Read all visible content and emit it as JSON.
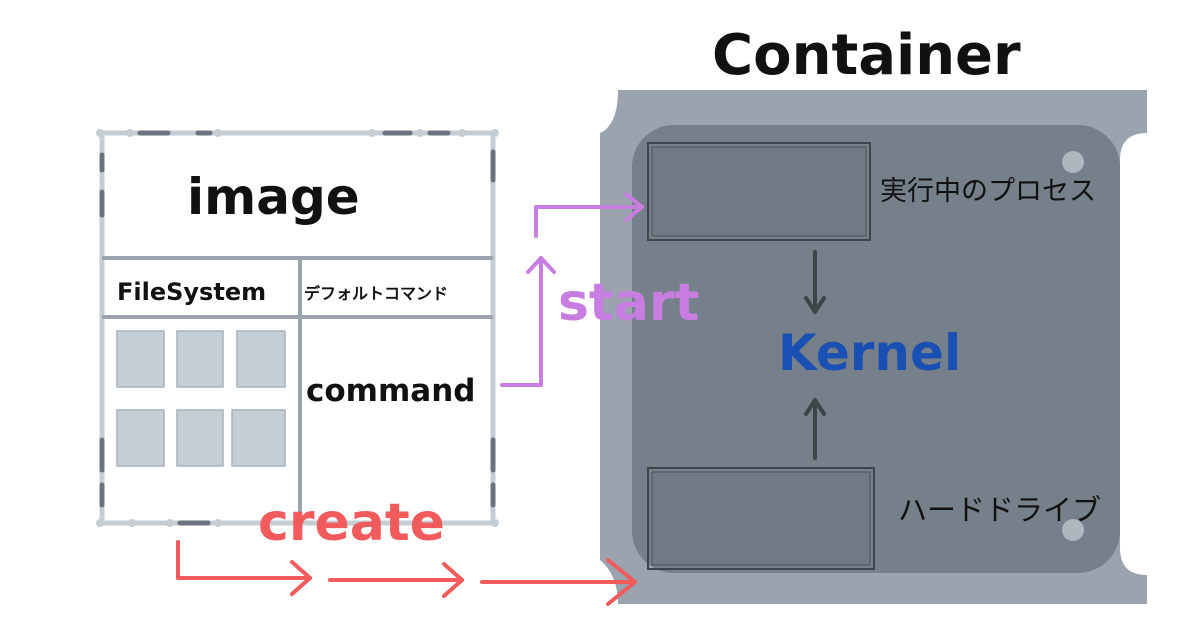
{
  "container": {
    "title": "Container"
  },
  "image": {
    "title": "image",
    "filesystem_label": "FileSystem",
    "default_command_label": "デフォルトコマンド",
    "command_label": "command"
  },
  "actions": {
    "start": "start",
    "create": "create"
  },
  "kernel": {
    "label": "Kernel"
  },
  "process": {
    "label": "実行中のプロセス"
  },
  "hard_drive": {
    "label": "ハードドライブ"
  },
  "colors": {
    "start_arrow": "#c77ee0",
    "create_arrow": "#f25b5b",
    "kernel_text": "#1a4fb3",
    "container_outer": "#9aa3ae",
    "container_inner": "#76808a",
    "frame_lines": "#bfc8d0",
    "block_fill": "#c6ced6"
  }
}
